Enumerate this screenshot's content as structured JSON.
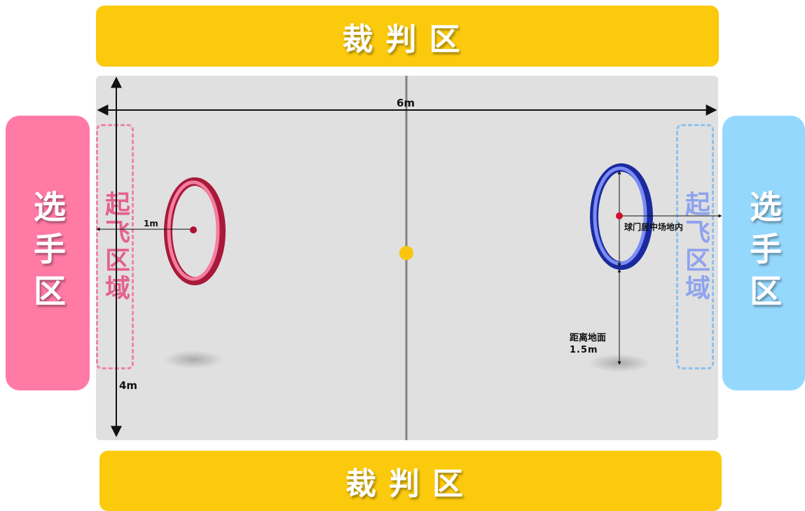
{
  "referee_zone_label": "裁判区",
  "player_zone_label": "选手区",
  "takeoff_zone_label": "起飞区域",
  "dimensions": {
    "field_width": "6m",
    "field_height": "4m",
    "goal_offset": "1m",
    "goal_position_note": "球门居中场地内",
    "goal_height_line1": "距离地面",
    "goal_height_line2": "1.5m"
  },
  "colors": {
    "referee_zone": "#fbca0c",
    "player_zone_left": "#ff7aa5",
    "player_zone_right": "#95d8fe",
    "field": "#e0e0e0",
    "goal_left": "#e8385e",
    "goal_right": "#3d50e0",
    "center_ball": "#f8c70d"
  }
}
